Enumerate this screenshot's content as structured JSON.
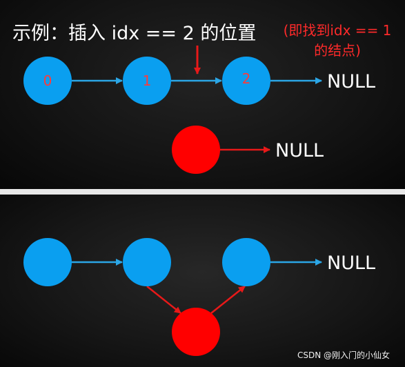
{
  "title": "示例：插入 idx == 2 的位置",
  "note": {
    "line1": "(即找到idx == 1",
    "line2": "的结点)"
  },
  "top_list": {
    "nodes": [
      "0",
      "1",
      "2"
    ],
    "terminal": "NULL"
  },
  "new_node": {
    "terminal": "NULL"
  },
  "bottom_list": {
    "terminal": "NULL"
  },
  "watermark": "CSDN @刚入门的小仙女",
  "colors": {
    "node": "#0a9ff0",
    "node_text": "#ff3b3b",
    "new_node": "#ff0000",
    "link_arrow": "#2ba6e6",
    "red_arrow": "#e81919",
    "terminal_text": "#ffffff"
  }
}
